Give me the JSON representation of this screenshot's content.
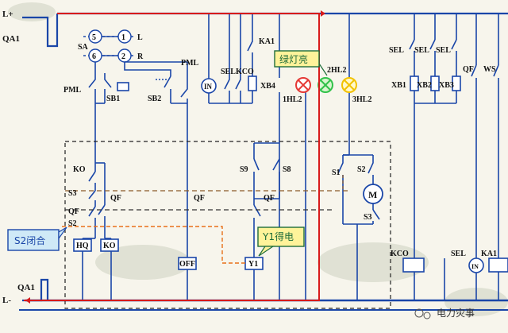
{
  "colors": {
    "wire": "#1a46a8",
    "power_line": "#d81b1b",
    "callout_fill": "#fff39a",
    "callout_fill_blue": "#cfe9f7",
    "callout_border": "#1f6d3a",
    "red_lamp": "#e53935",
    "green_lamp": "#31c24a",
    "yellow_lamp": "#f2c200",
    "background": "#f7f5ec"
  },
  "rails": {
    "top": "L+",
    "bottom": "L-"
  },
  "breakers": {
    "top": "QA1",
    "bottom": "QA1"
  },
  "selector": {
    "name": "SA",
    "contacts": [
      "5",
      "1",
      "6",
      "2"
    ],
    "positions": [
      "L",
      "R"
    ]
  },
  "labels": {
    "pml": "PML",
    "pml_right": "PML",
    "sb1": "SB1",
    "sb2": "SB2",
    "in": "IN",
    "sel": "SEL",
    "kco": "KCO",
    "ka1": "KA1",
    "xb4": "XB4",
    "hl1": "1HL2",
    "hl2": "2HL2",
    "hl3": "3HL2",
    "ko": "KO",
    "s3": "S3",
    "qf_a": "QF",
    "qf_b": "QF",
    "qf_c": "QF",
    "qf_d": "QF",
    "s2_left": "S2",
    "s9": "S9",
    "s8": "S8",
    "s1": "S1",
    "s2_right": "S2",
    "s3_right": "S3",
    "motor": "M",
    "hq": "HQ",
    "ko_coil": "KO",
    "off": "OFF",
    "y1": "Y1",
    "sel_r1": "SEL",
    "sel_r2": "SEL",
    "sel_r3": "SEL",
    "qf_r": "QF",
    "ws": "WS",
    "xb1": "XB1",
    "xb2": "XB2",
    "xb3": "XB3",
    "kco_r": "KCO",
    "sel_bottom": "SEL",
    "ka1_bottom": "KA1",
    "in_bottom": "IN"
  },
  "callouts": {
    "green_light": "绿灯亮",
    "s2_closed": "S2闭合",
    "y1_energized": "Y1得电"
  },
  "watermark": "电力灾事"
}
